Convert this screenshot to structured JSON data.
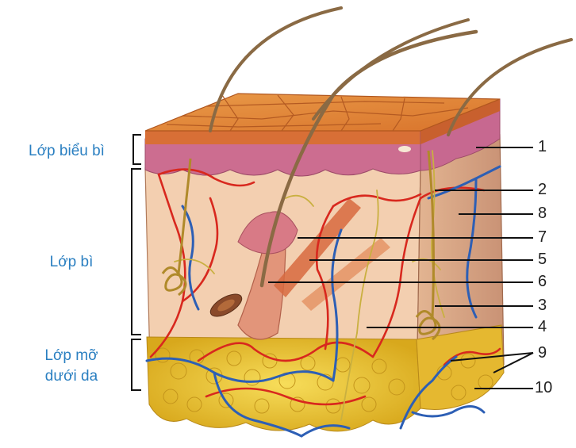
{
  "layers": {
    "epidermis": "Lớp biểu bì",
    "dermis": "Lớp bì",
    "hypodermis_line1": "Lớp mỡ",
    "hypodermis_line2": "dưới da"
  },
  "callouts": [
    "1",
    "2",
    "8",
    "7",
    "5",
    "6",
    "3",
    "4",
    "9",
    "10"
  ],
  "colors": {
    "label_text": "#2a7fc1",
    "epidermis_top": "#e08a3c",
    "epidermis_pink": "#c96a8e",
    "dermis": "#f2c9a8",
    "fat": "#f0c230",
    "artery": "#d8281e",
    "vein": "#2d5fb5",
    "nerve": "#c9b040",
    "hair": "#8a6a44"
  }
}
